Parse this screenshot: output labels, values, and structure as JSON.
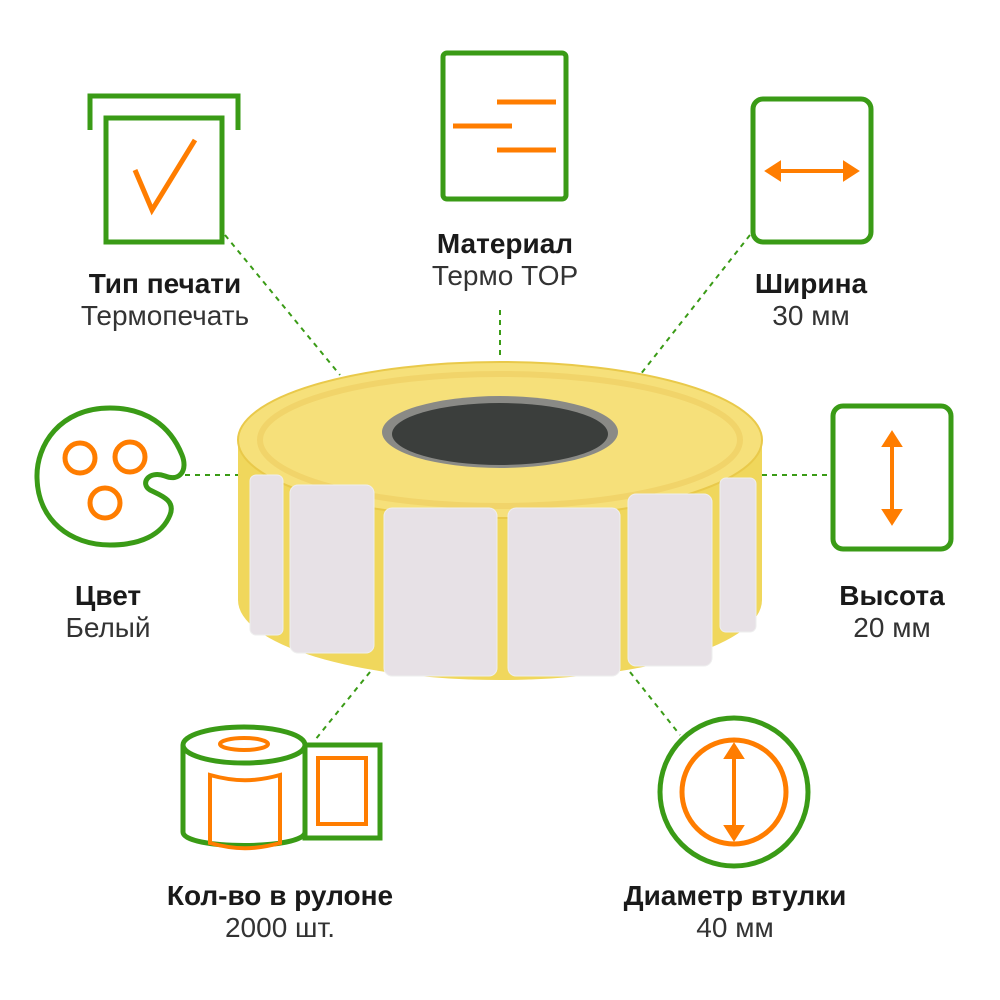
{
  "colors": {
    "green": "#3a9b16",
    "orange": "#ff7d00",
    "paper": "#f4dc66"
  },
  "features": [
    {
      "id": "print-type",
      "title": "Тип печати",
      "value": "Термопечать",
      "icon": "printer-check-icon"
    },
    {
      "id": "material",
      "title": "Материал",
      "value": "Термо TOP",
      "icon": "document-lines-icon"
    },
    {
      "id": "width",
      "title": "Ширина",
      "value": "30 мм",
      "icon": "horizontal-arrow-icon"
    },
    {
      "id": "color",
      "title": "Цвет",
      "value": "Белый",
      "icon": "palette-icon"
    },
    {
      "id": "height",
      "title": "Высота",
      "value": "20 мм",
      "icon": "vertical-arrow-icon"
    },
    {
      "id": "quantity",
      "title": "Кол-во в рулоне",
      "value": "2000 шт.",
      "icon": "roll-label-icon"
    },
    {
      "id": "core-diameter",
      "title": "Диаметр втулки",
      "value": "40 мм",
      "icon": "circle-diameter-icon"
    }
  ]
}
